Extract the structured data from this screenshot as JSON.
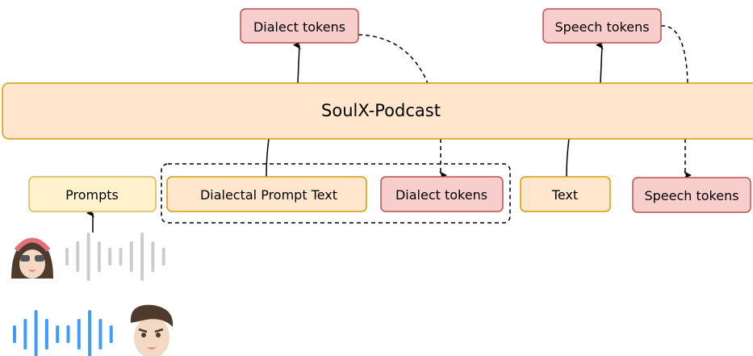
{
  "model": {
    "label": "SoulX-Podcast"
  },
  "outputs": {
    "dialect_tokens": "Dialect tokens",
    "speech_tokens": "Speech tokens"
  },
  "inputs": {
    "prompts": "Prompts",
    "dialectal_prompt_text": "Dialectal Prompt Text",
    "dialect_tokens": "Dialect tokens",
    "text": "Text",
    "speech_tokens": "Speech tokens"
  },
  "colors": {
    "orange_fill": "#ffe6cc",
    "orange_stroke": "#d79b00",
    "red_fill": "#f8cecc",
    "red_stroke": "#b85450",
    "yellow_fill": "#fff2cc",
    "yellow_stroke": "#d6b656",
    "waveform_grey": "#cccccc",
    "waveform_blue": "#3d9bff"
  }
}
